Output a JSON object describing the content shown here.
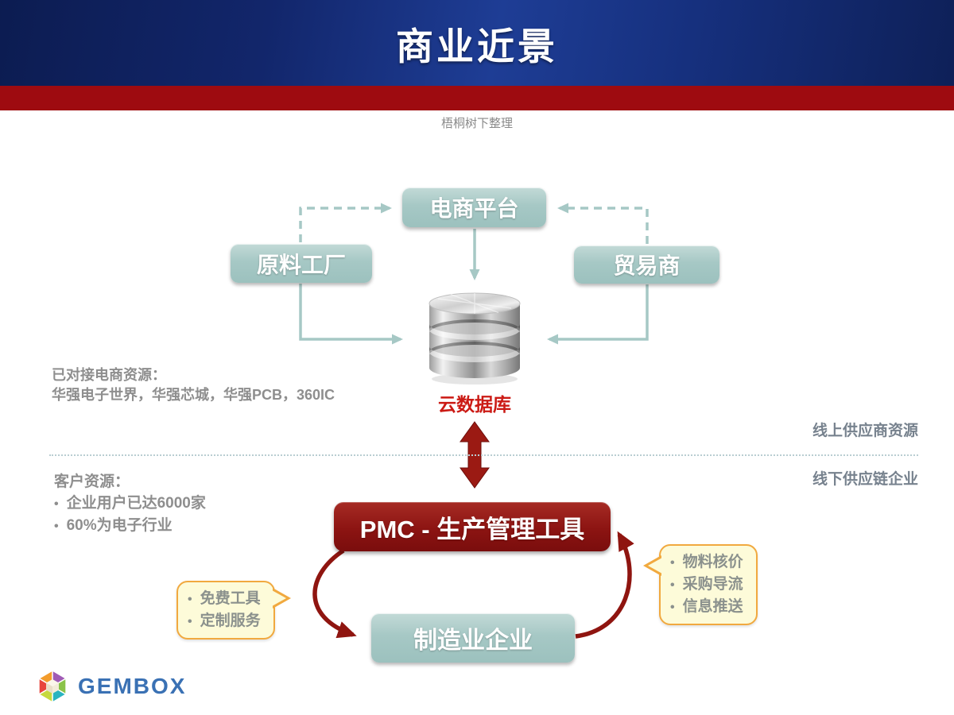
{
  "header": {
    "title": "商业近景",
    "subtitle": "梧桐树下整理"
  },
  "boxes": {
    "ecommerce": "电商平台",
    "factory": "原料工厂",
    "trader": "贸易商",
    "pmc": "PMC - 生产管理工具",
    "manufacturer": "制造业企业"
  },
  "database_label": "云数据库",
  "resources": {
    "title": "已对接电商资源：",
    "detail": "华强电子世界，华强芯城，华强PCB，360IC"
  },
  "side_labels": {
    "online": "线上供应商资源",
    "offline": "线下供应链企业"
  },
  "customers": {
    "title": "客户资源：",
    "items": [
      "企业用户已达6000家",
      "60%为电子行业"
    ]
  },
  "callout_left": {
    "items": [
      "免费工具",
      "定制服务"
    ]
  },
  "callout_right": {
    "items": [
      "物料核价",
      "采购导流",
      "信息推送"
    ]
  },
  "logo": {
    "name": "GEMBOX"
  },
  "colors": {
    "header_navy": "#16307e",
    "stripe_red": "#9e0b10",
    "node_teal": "#a6c8c5",
    "pmc_dark_red": "#8c1412",
    "db_label_red": "#cb1a14",
    "arrow_red": "#8f1510",
    "callout_border": "#f1a93f",
    "callout_bg": "#fdfbd9",
    "grey_text": "#8e8e8e",
    "logo_blue": "#3a71b4"
  }
}
